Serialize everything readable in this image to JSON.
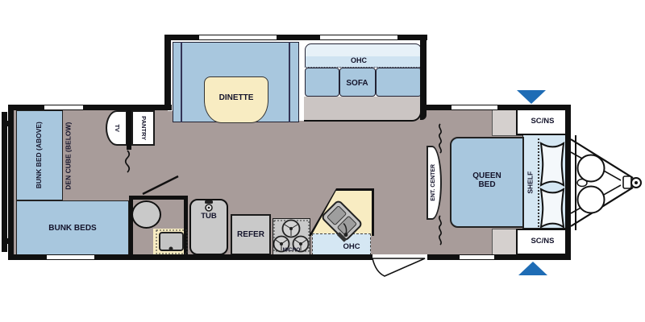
{
  "labels": {
    "bunk_bed_above": "BUNK BED (ABOVE)",
    "den_cube_below": "DEN CUBE (BELOW)",
    "bunk_beds": "BUNK BEDS",
    "tv": "TV",
    "pantry": "PANTRY",
    "tub": "TUB",
    "refer": "REFER",
    "micro": "MICRO",
    "kitchen_ohc": "OHC",
    "dinette": "DINETTE",
    "sofa_ohc": "OHC",
    "sofa": "SOFA",
    "ent_center": "ENT. CENTER",
    "queen_bed": "QUEEN BED",
    "shelf": "SHELF",
    "sc_ns_top": "SC/NS",
    "sc_ns_bottom": "SC/NS"
  },
  "colors": {
    "wall": "#101010",
    "floor": "#a89c9a",
    "furniture_blue": "#a8c7de",
    "overhead_cabinet_blue": "#d5e7f3",
    "overhead_cabinet_light_blue": "#e7f1f8",
    "counter_cream": "#f8ecc2",
    "appliance_gray": "#c9c9c9",
    "platform_gray": "#d5d0ce",
    "slide_arrow_blue": "#1e6cb5",
    "label_text": "#14142b"
  }
}
